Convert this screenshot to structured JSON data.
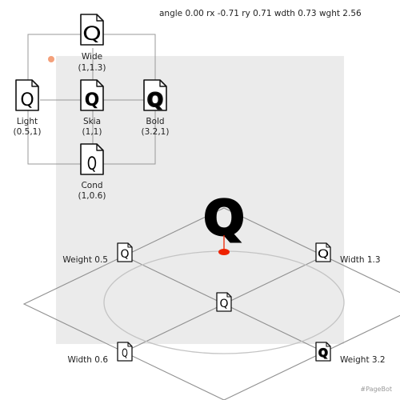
{
  "header": "angle 0.00 rx -0.71 ry 0.71 wdth 0.73 wght 2.56",
  "glyph": "Q",
  "masters": [
    {
      "id": "wide",
      "name": "Wide",
      "coord": "(1,1.3)"
    },
    {
      "id": "light",
      "name": "Light",
      "coord": "(0.5,1)"
    },
    {
      "id": "skia",
      "name": "Skia",
      "coord": "(1,1)"
    },
    {
      "id": "bold",
      "name": "Bold",
      "coord": "(3.2,1)"
    },
    {
      "id": "cond",
      "name": "Cond",
      "coord": "(1,0.6)"
    }
  ],
  "axes": [
    {
      "id": "weight-low",
      "label": "Weight 0.5"
    },
    {
      "id": "width-high",
      "label": "Width 1.3"
    },
    {
      "id": "width-low",
      "label": "Width 0.6"
    },
    {
      "id": "weight-high",
      "label": "Weight 3.2"
    }
  ],
  "footer": "#PageBot",
  "colors": {
    "marker": "#ee2200",
    "dot": "#f4a07a",
    "panel": "#ebebeb",
    "line": "#888888"
  }
}
